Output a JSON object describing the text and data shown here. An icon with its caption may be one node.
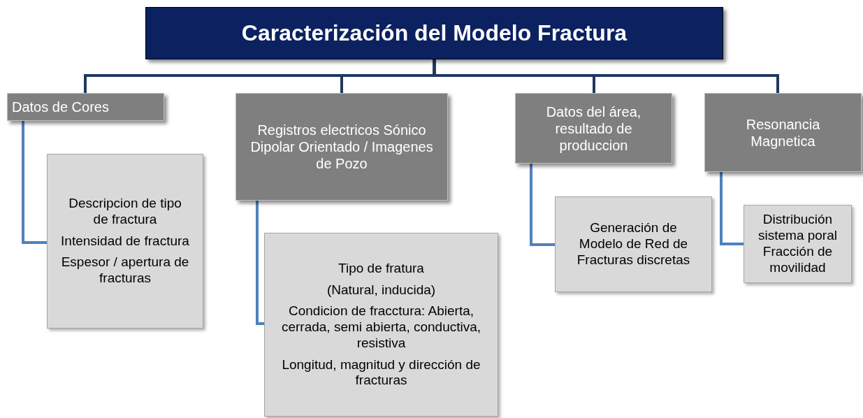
{
  "diagram": {
    "nodes": [
      {
        "text": [
          "Caracterización del Modelo  Fractura"
        ]
      },
      {
        "text": [
          "Datos de  Cores"
        ]
      },
      {
        "text": [
          "Descripcion de tipo de fractura",
          "Intensidad de fractura",
          "Espesor / apertura de fracturas"
        ]
      },
      {
        "text": [
          "Registros electricos Sónico Dipolar Orientado / Imagenes de Pozo"
        ]
      },
      {
        "text": [
          "Tipo de fratura",
          "(Natural,  inducida)",
          "Condicion de fracctura: Abierta, cerrada, semi abierta, conductiva, resistiva",
          "Longitud, magnitud y dirección de fracturas"
        ]
      },
      {
        "text": [
          "Datos del área, resultado de produccion"
        ]
      },
      {
        "text": [
          "Generación de Modelo de Red de Fracturas discretas"
        ]
      },
      {
        "text": [
          "Resonancia Magnetica"
        ]
      },
      {
        "text": [
          "Distribución sistema poral",
          "Fracción de movilidad"
        ]
      }
    ],
    "edges": [
      {
        "from": 0,
        "to": 1,
        "arrow": "none",
        "color": "#1f3864"
      },
      {
        "from": 0,
        "to": 3,
        "arrow": "none",
        "color": "#1f3864"
      },
      {
        "from": 0,
        "to": 5,
        "arrow": "none",
        "color": "#1f3864"
      },
      {
        "from": 0,
        "to": 7,
        "arrow": "none",
        "color": "#1f3864"
      },
      {
        "from": 1,
        "to": 2,
        "arrow": "none",
        "color": "#4f81bd"
      },
      {
        "from": 3,
        "to": 4,
        "arrow": "none",
        "color": "#4f81bd"
      },
      {
        "from": 5,
        "to": 6,
        "arrow": "none",
        "color": "#4f81bd"
      },
      {
        "from": 7,
        "to": 8,
        "arrow": "none",
        "color": "#4f81bd"
      }
    ]
  }
}
